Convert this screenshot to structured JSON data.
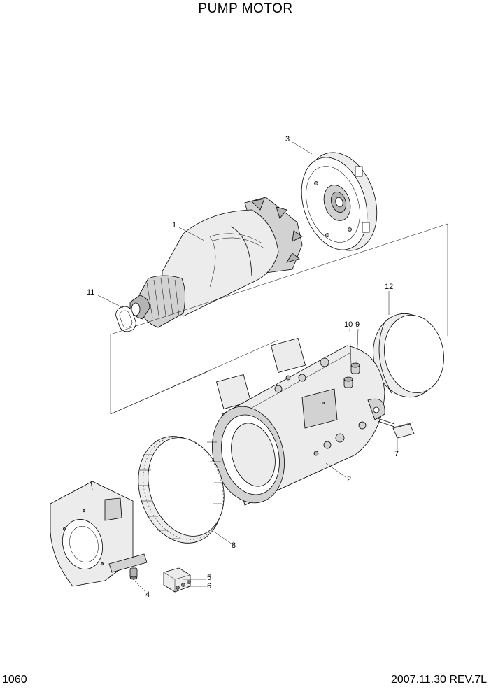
{
  "title": "PUMP MOTOR",
  "page_number": "1060",
  "revision": "2007.11.30  REV.7L",
  "callouts": [
    "1",
    "2",
    "3",
    "4",
    "5",
    "6",
    "7",
    "8",
    "9",
    "10",
    "11",
    "12"
  ]
}
